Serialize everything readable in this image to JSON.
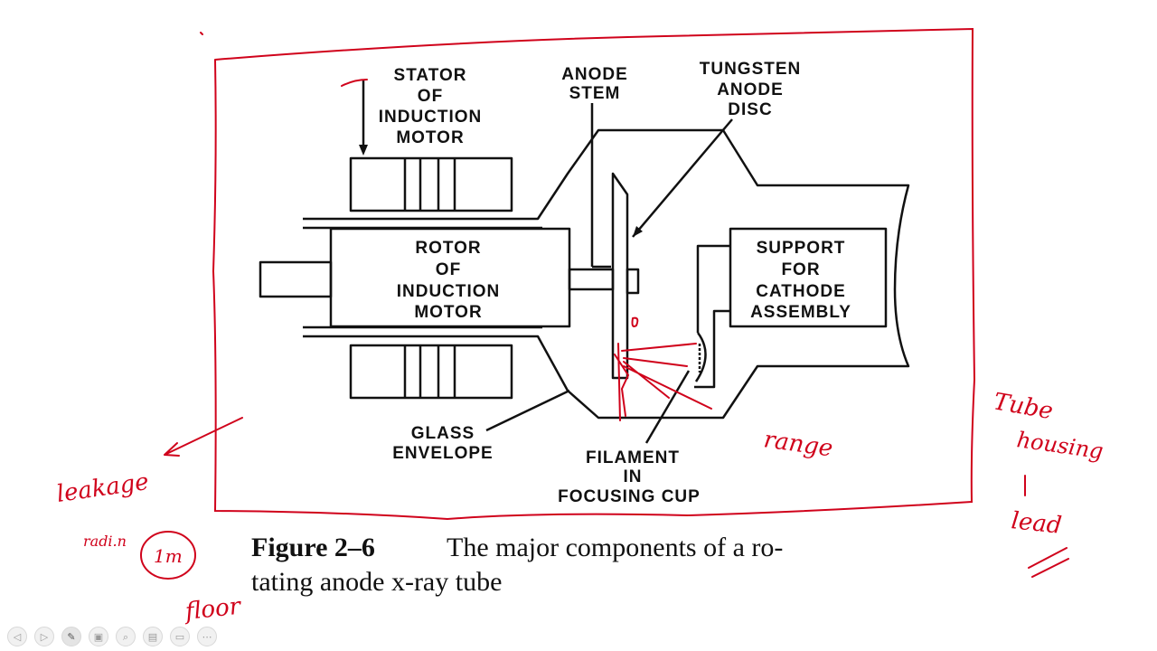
{
  "labels": {
    "stator": [
      "STATOR",
      "OF",
      "INDUCTION",
      "MOTOR"
    ],
    "anode_stem": [
      "ANODE",
      "STEM"
    ],
    "tungsten": [
      "TUNGSTEN",
      "ANODE",
      "DISC"
    ],
    "rotor": [
      "ROTOR",
      "OF",
      "INDUCTION",
      "MOTOR"
    ],
    "support": [
      "SUPPORT",
      "FOR",
      "CATHODE",
      "ASSEMBLY"
    ],
    "glass": [
      "GLASS",
      "ENVELOPE"
    ],
    "filament": [
      "FILAMENT",
      "IN",
      "FOCUSING CUP"
    ]
  },
  "caption": {
    "figure": "Figure 2–6",
    "line1": "The major components of a ro-",
    "line2": "tating anode x-ray tube"
  },
  "annotations": {
    "leakage": "leakage",
    "radiation": "radi.n",
    "circled": "1m",
    "floor": "floor",
    "range": "range",
    "tube": "Tube",
    "housing": "housing",
    "lead": "lead"
  },
  "toolbar": {
    "icons": [
      {
        "name": "prev-slide-icon",
        "glyph": "◁"
      },
      {
        "name": "next-slide-icon",
        "glyph": "▷"
      },
      {
        "name": "pen-icon",
        "glyph": "✎"
      },
      {
        "name": "slides-icon",
        "glyph": "▣"
      },
      {
        "name": "zoom-icon",
        "glyph": "⌕"
      },
      {
        "name": "subtitles-icon",
        "glyph": "▤"
      },
      {
        "name": "camera-icon",
        "glyph": "▭"
      },
      {
        "name": "more-options-icon",
        "glyph": "⋯"
      }
    ]
  },
  "colors": {
    "annotation": "#d0021b",
    "ink": "#111111"
  }
}
